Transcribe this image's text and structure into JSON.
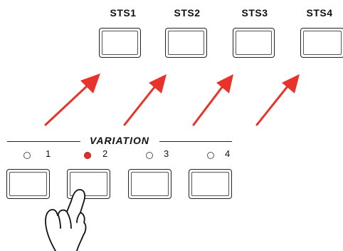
{
  "sts_buttons": [
    {
      "label": "STS1"
    },
    {
      "label": "STS2"
    },
    {
      "label": "STS3"
    },
    {
      "label": "STS4"
    }
  ],
  "variation": {
    "title": "VARIATION",
    "buttons": [
      {
        "number": "1",
        "led": "off"
      },
      {
        "number": "2",
        "led": "on"
      },
      {
        "number": "3",
        "led": "off"
      },
      {
        "number": "4",
        "led": "off"
      }
    ]
  },
  "arrows": {
    "color": "#e8332c",
    "count": 4
  },
  "icons": {
    "pointer": "hand-pointer-icon"
  }
}
